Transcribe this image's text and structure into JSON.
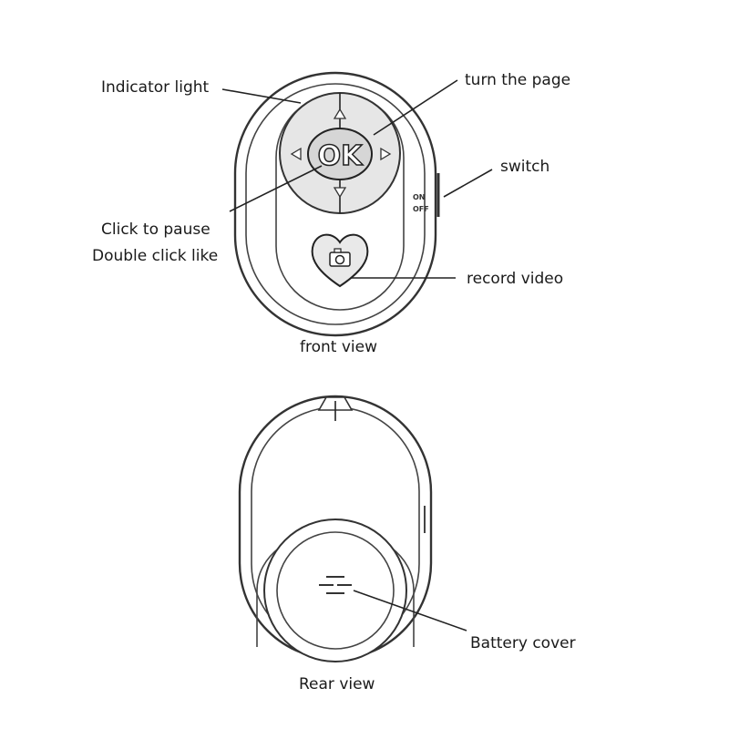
{
  "labels": {
    "indicator_light": "Indicator light",
    "turn_page": "turn the page",
    "switch": "switch",
    "click_pause": "Click to pause",
    "double_click": "Double click like",
    "record_video": "record video",
    "front_view": "front view",
    "rear_view": "Rear view",
    "battery_cover": "Battery cover"
  },
  "device": {
    "ok_label": "OK",
    "switch_on": "ON",
    "switch_off": "OFF"
  }
}
